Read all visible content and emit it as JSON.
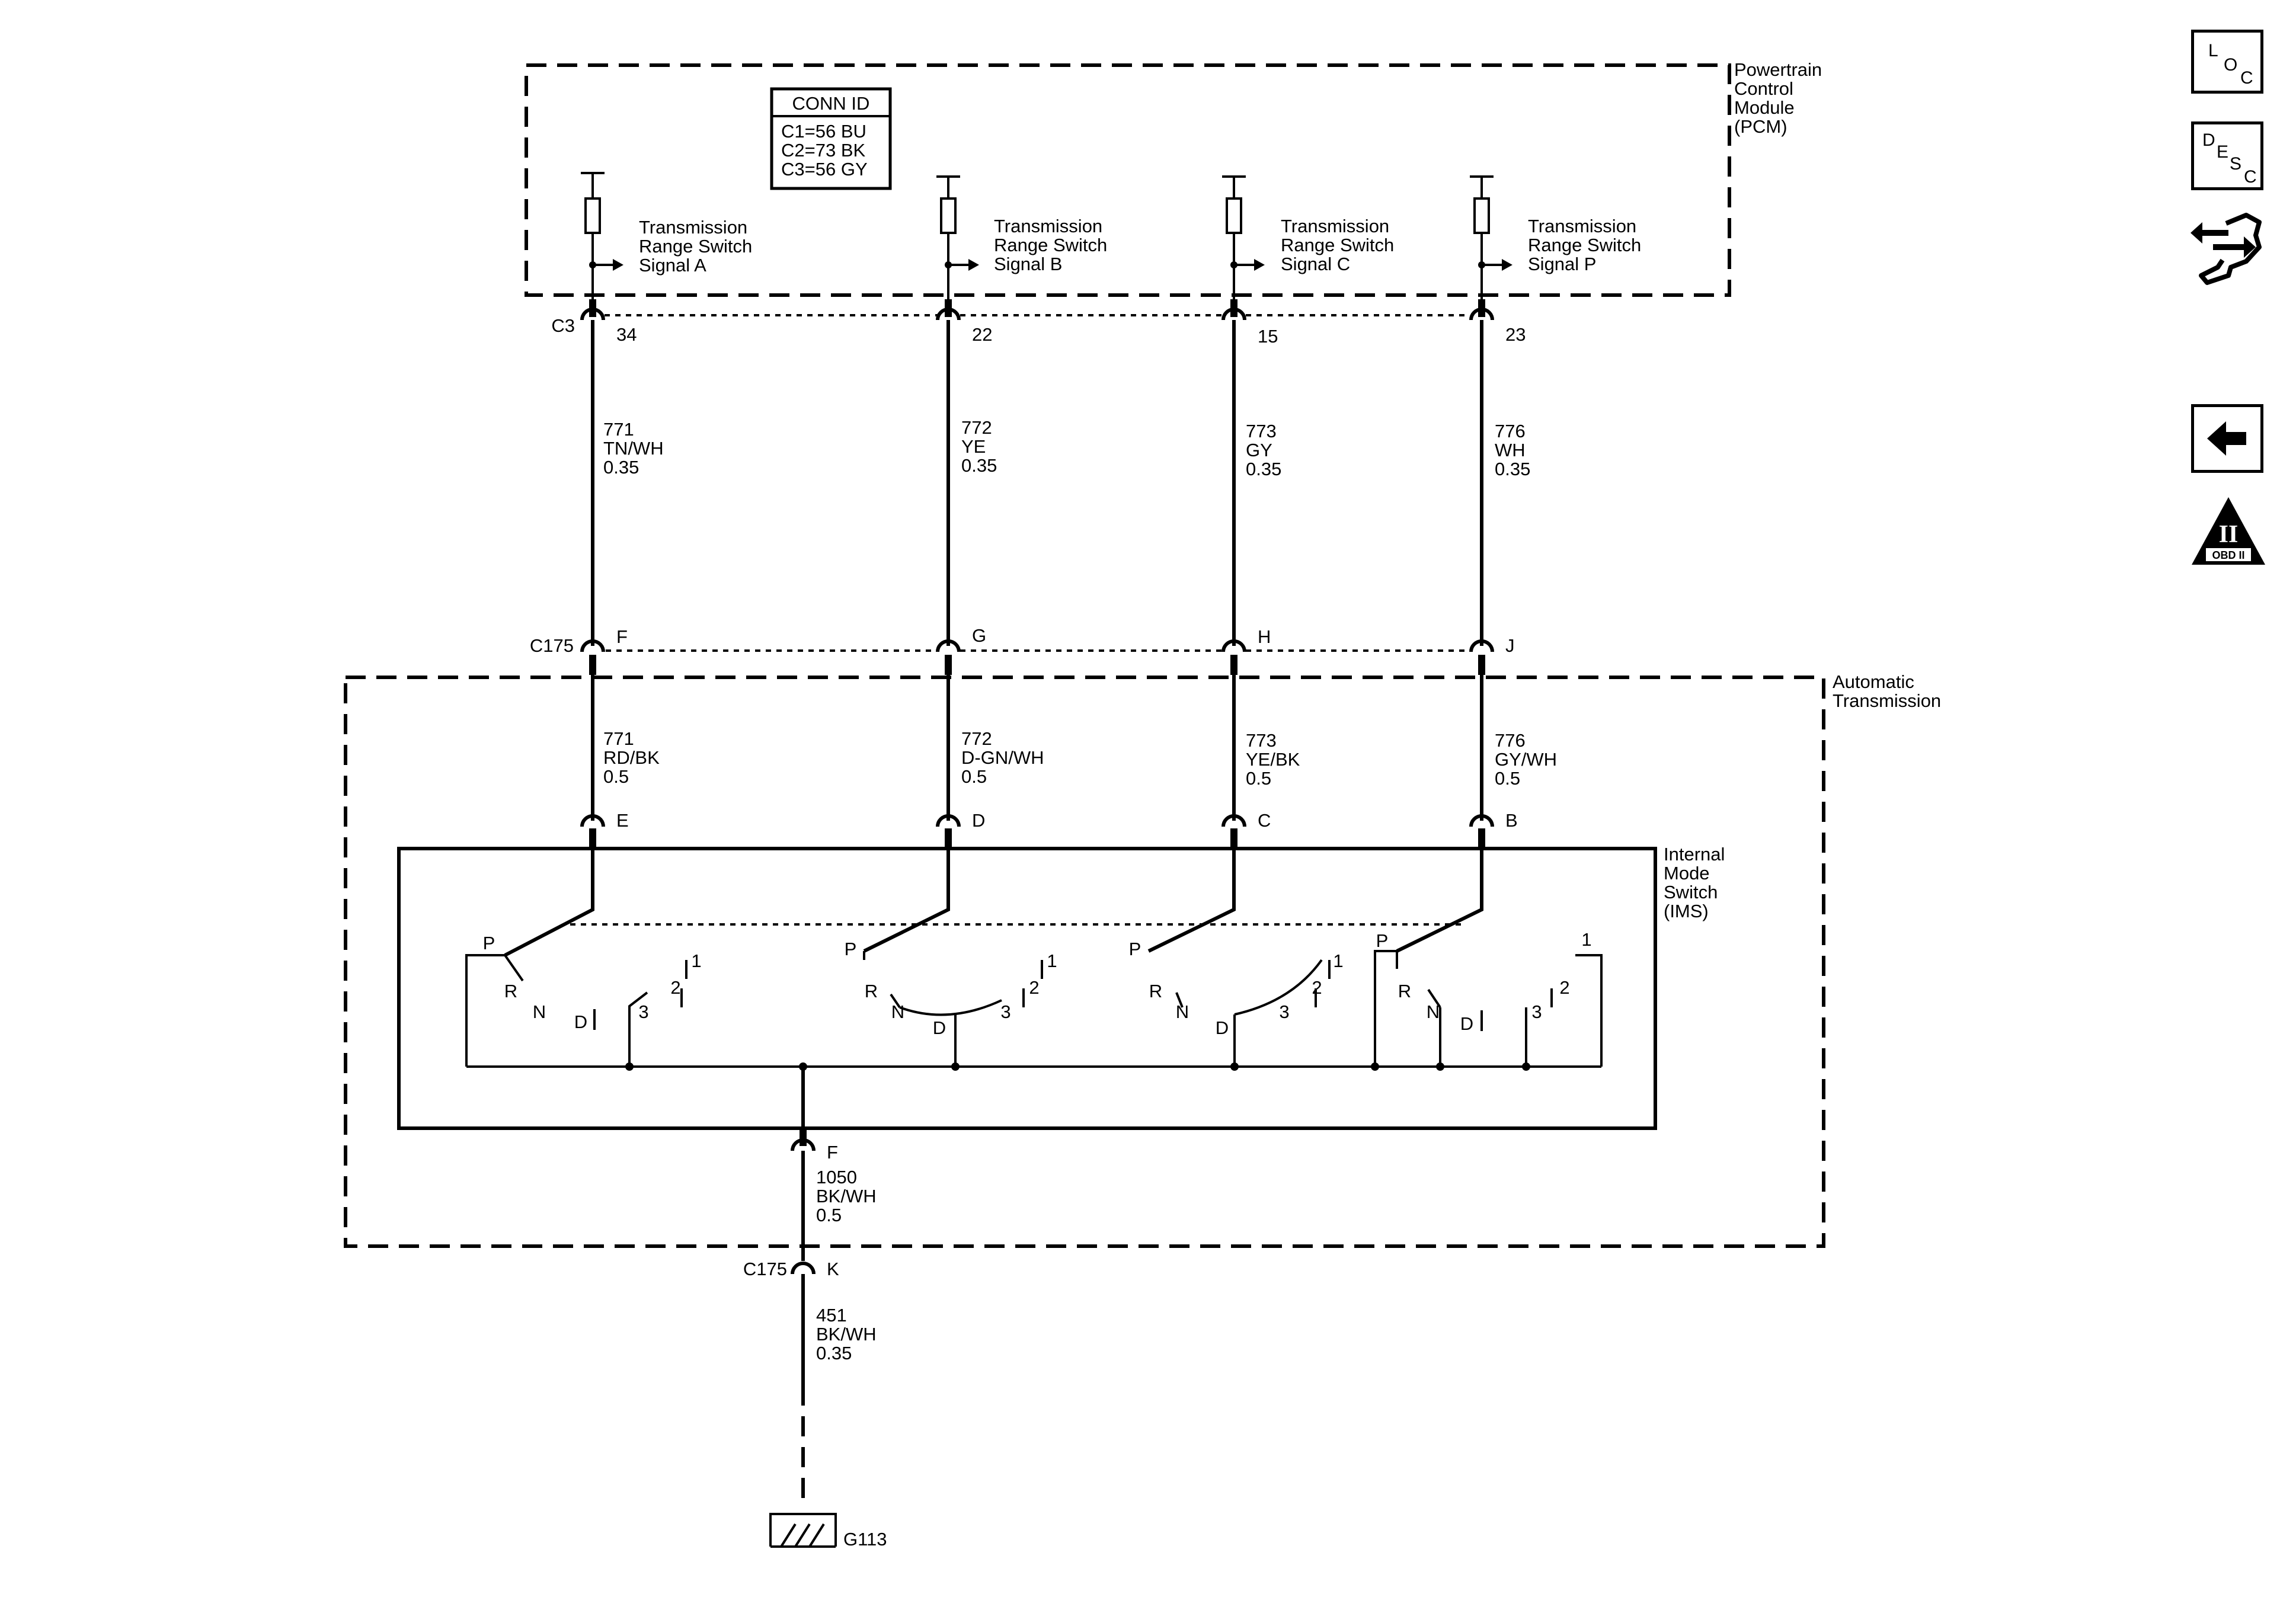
{
  "pcm": {
    "title_lines": [
      "Powertrain",
      "Control",
      "Module",
      "(PCM)"
    ],
    "conn_id": {
      "header": "CONN ID",
      "rows": [
        "C1=56 BU",
        "C2=73 BK",
        "C3=56 GY"
      ]
    },
    "connector": "C3",
    "signal_label_lines": [
      "Transmission",
      "Range Switch"
    ],
    "signals": [
      {
        "name": "Signal A",
        "pin": "34"
      },
      {
        "name": "Signal B",
        "pin": "22"
      },
      {
        "name": "Signal C",
        "pin": "15"
      },
      {
        "name": "Signal P",
        "pin": "23"
      }
    ]
  },
  "upper_wires": [
    {
      "circuit": "771",
      "color": "TN/WH",
      "gauge": "0.35"
    },
    {
      "circuit": "772",
      "color": "YE",
      "gauge": "0.35"
    },
    {
      "circuit": "773",
      "color": "GY",
      "gauge": "0.35"
    },
    {
      "circuit": "776",
      "color": "WH",
      "gauge": "0.35"
    }
  ],
  "c175": {
    "label": "C175",
    "upper_pins": [
      "F",
      "G",
      "H",
      "J"
    ],
    "ground_pin": "K"
  },
  "transmission": {
    "title_lines": [
      "Automatic",
      "Transmission"
    ]
  },
  "lower_wires": [
    {
      "circuit": "771",
      "color": "RD/BK",
      "gauge": "0.5"
    },
    {
      "circuit": "772",
      "color": "D-GN/WH",
      "gauge": "0.5"
    },
    {
      "circuit": "773",
      "color": "YE/BK",
      "gauge": "0.5"
    },
    {
      "circuit": "776",
      "color": "GY/WH",
      "gauge": "0.5"
    }
  ],
  "ims": {
    "title_lines": [
      "Internal",
      "Mode",
      "Switch",
      "(IMS)"
    ],
    "pins": [
      "E",
      "D",
      "C",
      "B"
    ],
    "ground_pin": "F",
    "positions": {
      "p": "P",
      "r": "R",
      "n": "N",
      "d": "D",
      "three": "3",
      "two": "2",
      "one": "1"
    }
  },
  "ims_ground_wire": {
    "circuit": "1050",
    "color": "BK/WH",
    "gauge": "0.5"
  },
  "ground_wire": {
    "circuit": "451",
    "color": "BK/WH",
    "gauge": "0.35"
  },
  "ground": {
    "label": "G113"
  },
  "side_buttons": {
    "loc": [
      "L",
      "O",
      "C"
    ],
    "desc": [
      "D",
      "E",
      "S",
      "C"
    ],
    "obd": "OBD II",
    "obd_roman": "II"
  }
}
